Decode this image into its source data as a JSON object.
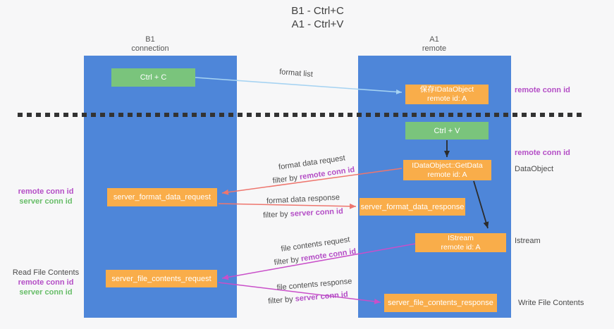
{
  "title": {
    "line1": "B1 - Ctrl+C",
    "line2": "A1 - Ctrl+V"
  },
  "lanes": {
    "left": {
      "title": "B1",
      "subtitle": "connection"
    },
    "right": {
      "title": "A1",
      "subtitle": "remote"
    }
  },
  "boxes": {
    "ctrl_c": {
      "label": "Ctrl + C"
    },
    "ctrl_v": {
      "label": "Ctrl + V"
    },
    "save_dataobject": {
      "line1": "保存IDataObject",
      "line2": "remote id: A"
    },
    "getdata": {
      "line1": "IDataObject::GetData",
      "line2": "remote id: A"
    },
    "istream": {
      "line1": "IStream",
      "line2": "remote id: A"
    },
    "format_request": {
      "label": "server_format_data_request"
    },
    "format_response": {
      "label": "server_format_data_response"
    },
    "file_request": {
      "label": "server_file_contents_request"
    },
    "file_response": {
      "label": "server_file_contents_response"
    }
  },
  "side_labels": {
    "remote_conn_id_top": "remote conn id",
    "remote_conn_id_mid": "remote conn id",
    "dataobject": "DataObject",
    "istream": "Istream",
    "write_file_contents": "Write File Contents",
    "read_file_contents": "Read File Contents",
    "mid_left": {
      "remote": "remote conn id",
      "server": "server conn id"
    },
    "bottom_left": {
      "remote": "remote conn id",
      "server": "server conn id"
    }
  },
  "edges": {
    "format_list": {
      "label": "format list"
    },
    "format_data_request": {
      "label": "format data request",
      "filter_prefix": "filter by ",
      "filter_key": "remote conn id"
    },
    "format_data_response": {
      "label": "format data response",
      "filter_prefix": "filter by ",
      "filter_key": "server conn id"
    },
    "file_contents_request": {
      "label": "file contents request",
      "filter_prefix": "filter by ",
      "filter_key": "remote conn id"
    },
    "file_contents_response": {
      "label": "file contents response",
      "filter_prefix": "filter by ",
      "filter_key": "server conn id"
    }
  },
  "colors": {
    "lane_blue": "#4e86d9",
    "box_orange": "#f9ad4a",
    "box_green": "#7ac47c",
    "text_purple": "#b44ec6",
    "text_green": "#67bd68",
    "arrow_red": "#ee766e",
    "arrow_magenta": "#c94fc9",
    "arrow_blue": "#a6d3f2",
    "arrow_black": "#2b2b2b"
  }
}
